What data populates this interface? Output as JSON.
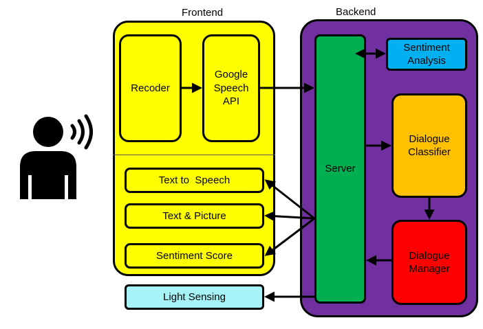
{
  "frontend": {
    "title": "Frontend",
    "recorder": "Recoder",
    "speech_api": "Google\nSpeech\nAPI",
    "tts": "Text to  Speech",
    "text_picture": "Text & Picture",
    "sentiment_score": "Sentiment Score"
  },
  "backend": {
    "title": "Backend",
    "server": "Server",
    "sentiment_analysis": "Sentiment\nAnalysis",
    "dialogue_classifier": "Dialogue\nClassifier",
    "dialogue_manager": "Dialogue\nManager"
  },
  "light_sensing": "Light Sensing",
  "colors": {
    "frontend": "#ffff00",
    "backend": "#7030a0",
    "server": "#00b050",
    "sentiment_analysis": "#00b0f0",
    "dialogue_classifier": "#ffc000",
    "dialogue_manager": "#ff0000",
    "light_sensing": "#a6f4f8"
  },
  "icons": [
    "user-speaking-icon"
  ]
}
